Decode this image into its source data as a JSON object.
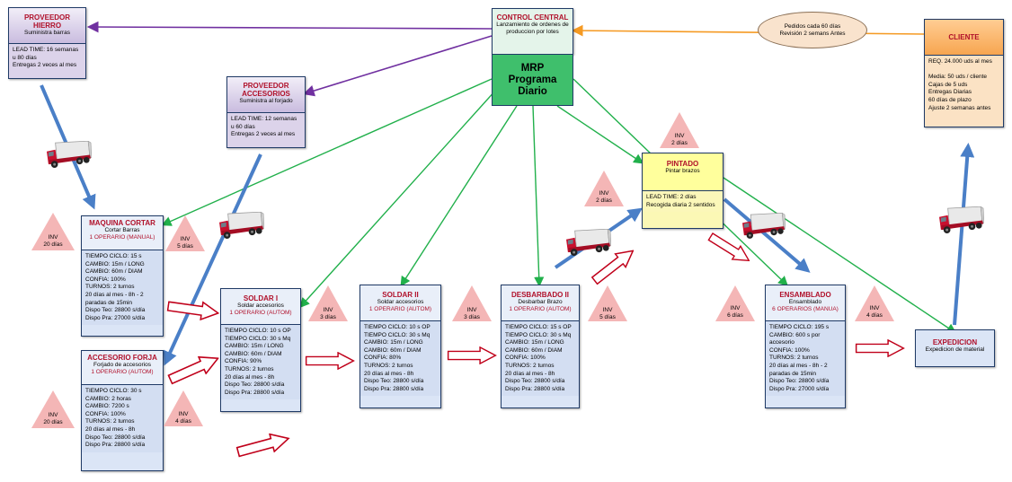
{
  "colors": {
    "info_line": "#7030a0",
    "material_push": "#4a7fc7",
    "control_line": "#21b04b",
    "customer_order_line": "#f59a23",
    "push_arrow": "#c0001a",
    "inventory_triangle": "#f4b6b6",
    "truck": "#c8102e"
  },
  "control": {
    "title": "CONTROL CENTRAL",
    "subtitle": "Lanzamiento de ordenes de produccion por lotes",
    "mrp_lines": [
      "MRP",
      "Programa",
      "Diario"
    ]
  },
  "order_note": "Pedidos cada 60 días\nRevisión 2 semans Antes",
  "suppliers": {
    "hierro": {
      "title": "PROVEEDOR HIERRO",
      "subtitle": "Suministra barras",
      "details": "LEAD TIME: 16 semanas u 80 días\nEntregas 2 veces al mes"
    },
    "accesorios": {
      "title": "PROVEEDOR ACCESORIOS",
      "subtitle": "Suministra al forjado",
      "details": "LEAD TIME: 12 semanas u 60 días\nEntregas 2 veces al mes"
    }
  },
  "client": {
    "title": "CLIENTE",
    "details": "REQ. 24.000 uds al mes\n\nMedia: 50 uds / cliente\nCajas de 5 uds\nEntregas Diarias\n60 días de plazo\nAjuste 2 semanas antes"
  },
  "processes": {
    "maquina_cortar": {
      "title": "MAQUINA CORTAR",
      "subtitle": "Cortar Barras",
      "operators": "1 OPERARIO (MANUAL)",
      "details": "TIEMPO CICLO: 15 s\nCAMBIO: 15m / LONG\nCAMBIO: 60m / DIAM\nCONFIA: 100%\nTURNOS: 2 turnos\n20 días al mes - 8h - 2 paradas de 15min\nDispo Teo: 28800 s/día\nDispo Pra: 27000 s/día"
    },
    "accesorio_forja": {
      "title": "ACCESORIO FORJA",
      "subtitle": "Forjado de accesorios",
      "operators": "1 OPERARIO (AUTOM)",
      "details": "TIEMPO CICLO: 30 s\nCAMBIO: 2 horas\nCAMBIO: 7200 s\nCONFIA: 100%\nTURNOS: 2 turnos\n20 días al mes - 8h\nDispo Teo: 28800 s/día\nDispo Pra: 28800 s/día"
    },
    "soldar_1": {
      "title": "SOLDAR I",
      "subtitle": "Soldar accesorios",
      "operators": "1 OPERARIO (AUTOM)",
      "details": "TIEMPO CICLO: 10 s OP\nTIEMPO CICLO: 30 s Mq\nCAMBIO: 15m / LONG\nCAMBIO: 60m / DIAM\nCONFIA: 90%\nTURNOS: 2 turnos\n20 días al mes - 8h\nDispo Teo: 28800 s/día\nDispo Pra: 28800 s/día"
    },
    "soldar_2": {
      "title": "SOLDAR II",
      "subtitle": "Soldar accesorios",
      "operators": "1 OPERARIO (AUTOM)",
      "details": "TIEMPO CICLO: 10 s OP\nTIEMPO CICLO: 30 s Mq\nCAMBIO: 15m / LONG\nCAMBIO: 60m / DIAM\nCONFIA: 80%\nTURNOS: 2 turnos\n20 días al mes - 8h\nDispo Teo: 28800 s/día\nDispo Pra: 28800 s/día"
    },
    "desbarbado_2": {
      "title": "DESBARBADO II",
      "subtitle": "Desbarbar Brazo",
      "operators": "1 OPERARIO (AUTOM)",
      "details": "TIEMPO CICLO: 15 s OP\nTIEMPO CICLO: 30 s Mq\nCAMBIO: 15m / LONG\nCAMBIO: 60m / DIAM\nCONFIA: 100%\nTURNOS: 2 turnos\n20 días al mes - 8h\nDispo Teo: 28800 s/día\nDispo Pra: 28800 s/día"
    },
    "pintado": {
      "title": "PINTADO",
      "subtitle": "Pintar brazos",
      "details": "LEAD TIME: 2 días\nRecogida diaria 2 sentidos"
    },
    "ensamblado": {
      "title": "ENSAMBLADO",
      "subtitle": "Ensamblado",
      "operators": "6 OPERARIOS (MANUA)",
      "details": "TIEMPO CICLO: 195 s\nCAMBIO: 600 s por accesorio\nCONFIA: 100%\nTURNOS: 2 turnos\n20 días al mes - 8h - 2 paradas de 15min\nDispo Teo: 28800 s/día\nDispo Pra: 27000 s/día"
    },
    "expedicion": {
      "title": "EXPEDICION",
      "subtitle": "Expedicion de material"
    }
  },
  "inventories": {
    "inv_20_top": "INV\n20 días",
    "inv_5": "INV\n5 días",
    "inv_20_bottom": "INV\n20 días",
    "inv_4_forja": "INV\n4 días",
    "inv_3_soldar1": "INV\n3 días",
    "inv_3_soldar2": "INV\n3 días",
    "inv_2_desbarbado": "INV\n2 días",
    "inv_5_desbarbado": "INV\n5 días",
    "inv_2_pintado": "INV\n2 días",
    "inv_6": "INV\n6 días",
    "inv_4_expedicion": "INV\n4 días"
  }
}
